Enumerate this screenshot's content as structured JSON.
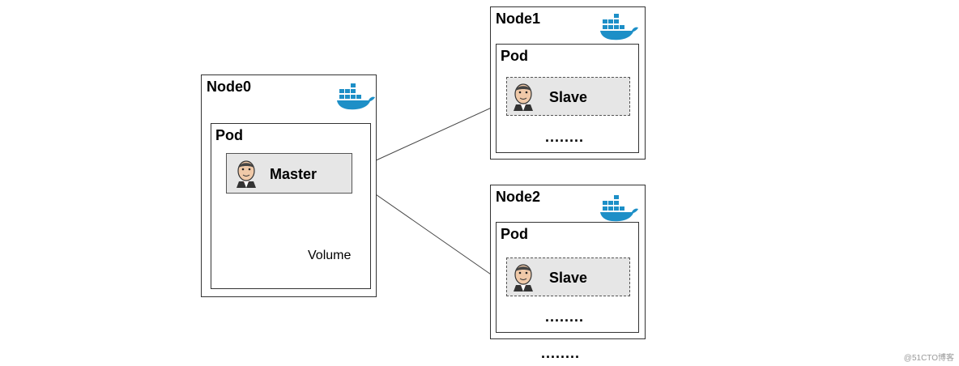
{
  "nodes": [
    {
      "title": "Node0",
      "pod_title": "Pod",
      "agent": "Master",
      "volume": "Volume"
    },
    {
      "title": "Node1",
      "pod_title": "Pod",
      "agent": "Slave",
      "ellipsis": "........"
    },
    {
      "title": "Node2",
      "pod_title": "Pod",
      "agent": "Slave",
      "ellipsis": "........"
    }
  ],
  "more_nodes": "........",
  "watermark": "@51CTO博客",
  "colors": {
    "docker_blue": "#1d8fc7",
    "agent_fill": "#e6e6e6",
    "volume_gray": "#a8a8a8"
  },
  "icons": {
    "node_badge": "docker-whale-icon",
    "agent_avatar": "jenkins-butler-icon"
  }
}
